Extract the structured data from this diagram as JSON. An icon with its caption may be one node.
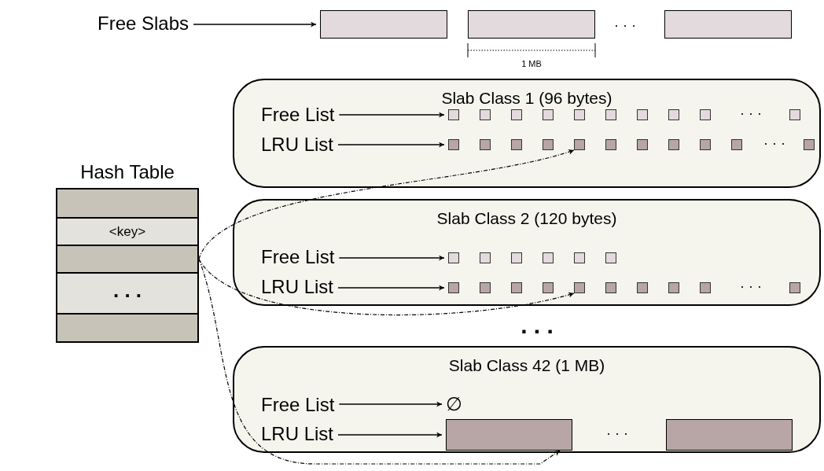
{
  "diagram": {
    "nodes": [
      {
        "text": [
          "Free Slabs"
        ]
      },
      {
        "text": [],
        "shape": "bar"
      },
      {
        "text": [],
        "shape": "bar"
      },
      {
        "text": [],
        "shape": "bar"
      },
      {
        "text": [
          "Slab Class 1 (96 bytes)"
        ]
      },
      {
        "text": [
          "Free List"
        ],
        "in": 4
      },
      {
        "text": [
          "LRU List"
        ],
        "in": 4
      },
      {
        "text": [],
        "shape": "box",
        "in": 4
      },
      {
        "text": [],
        "shape": "box",
        "in": 4
      },
      {
        "text": [],
        "shape": "box",
        "in": 4
      },
      {
        "text": [],
        "shape": "box",
        "in": 4
      },
      {
        "text": [],
        "shape": "box",
        "in": 4
      },
      {
        "text": [],
        "shape": "box",
        "in": 4
      },
      {
        "text": [],
        "shape": "box",
        "in": 4
      },
      {
        "text": [],
        "shape": "box",
        "in": 4
      },
      {
        "text": [],
        "shape": "box",
        "in": 4
      },
      {
        "text": [],
        "shape": "box",
        "in": 4
      },
      {
        "text": [],
        "shape": "box",
        "in": 4
      },
      {
        "text": [],
        "shape": "box",
        "in": 4
      },
      {
        "text": [],
        "shape": "box",
        "in": 4
      },
      {
        "text": [],
        "shape": "box",
        "in": 4
      },
      {
        "text": [],
        "shape": "box",
        "in": 4
      },
      {
        "text": [],
        "shape": "box",
        "in": 4
      },
      {
        "text": [],
        "shape": "box",
        "in": 4
      },
      {
        "text": [],
        "shape": "box",
        "in": 4
      },
      {
        "text": [],
        "shape": "box",
        "in": 4
      },
      {
        "text": [],
        "shape": "box",
        "in": 4
      },
      {
        "text": [],
        "shape": "box",
        "in": 4
      },
      {
        "text": [
          "Hash Table"
        ]
      },
      {
        "text": [],
        "shape": "box",
        "in": 28
      },
      {
        "text": [
          "<key>"
        ],
        "in": 28
      },
      {
        "text": [],
        "shape": "box",
        "in": 28
      },
      {
        "text": [
          ". . ."
        ],
        "in": 28
      },
      {
        "text": [],
        "shape": "box",
        "in": 28
      },
      {
        "text": [
          "Slab Class 2 (120 bytes)"
        ]
      },
      {
        "text": [
          "Free List"
        ],
        "in": 34
      },
      {
        "text": [
          "LRU List"
        ],
        "in": 34
      },
      {
        "text": [],
        "shape": "box",
        "in": 34
      },
      {
        "text": [],
        "shape": "box",
        "in": 34
      },
      {
        "text": [],
        "shape": "box",
        "in": 34
      },
      {
        "text": [],
        "shape": "box",
        "in": 34
      },
      {
        "text": [],
        "shape": "box",
        "in": 34
      },
      {
        "text": [],
        "shape": "box",
        "in": 34
      },
      {
        "text": [],
        "shape": "box",
        "in": 34
      },
      {
        "text": [],
        "shape": "box",
        "in": 34
      },
      {
        "text": [],
        "shape": "box",
        "in": 34
      },
      {
        "text": [],
        "shape": "box",
        "in": 34
      },
      {
        "text": [],
        "shape": "box",
        "in": 34
      },
      {
        "text": [],
        "shape": "box",
        "in": 34
      },
      {
        "text": [],
        "shape": "box",
        "in": 34
      },
      {
        "text": [],
        "shape": "box",
        "in": 34
      },
      {
        "text": [],
        "shape": "box",
        "in": 34
      },
      {
        "text": [],
        "shape": "box",
        "in": 34
      },
      {
        "text": [
          "Slab Class 42 (1 MB)"
        ]
      },
      {
        "text": [
          "Free List"
        ],
        "in": 53
      },
      {
        "text": [
          "LRU List"
        ],
        "in": 53
      },
      {
        "text": [
          "∅"
        ],
        "in": 53
      },
      {
        "text": [],
        "shape": "bar",
        "in": 53
      },
      {
        "text": [],
        "shape": "bar",
        "in": 53
      }
    ],
    "edges": [
      {
        "from": 0,
        "to": 1,
        "arrow": "to"
      },
      {
        "from": 5,
        "to": 7,
        "arrow": "to"
      },
      {
        "from": 6,
        "to": 17,
        "arrow": "to"
      },
      {
        "from": 31,
        "to": 21,
        "arrow": "to",
        "style": "dashed"
      },
      {
        "from": 35,
        "to": 37,
        "arrow": "to"
      },
      {
        "from": 36,
        "to": 43,
        "arrow": "to"
      },
      {
        "from": 31,
        "to": 47,
        "arrow": "to",
        "style": "dashed"
      },
      {
        "from": 54,
        "to": 56,
        "arrow": "to"
      },
      {
        "from": 55,
        "to": 57,
        "arrow": "to"
      },
      {
        "from": 31,
        "to": 57,
        "arrow": "to",
        "style": "dashed"
      }
    ],
    "labels": [
      "· · ·",
      "1 MB",
      "· · ·",
      "· · ·",
      "· · ·",
      ". . .",
      "· · ·"
    ]
  }
}
